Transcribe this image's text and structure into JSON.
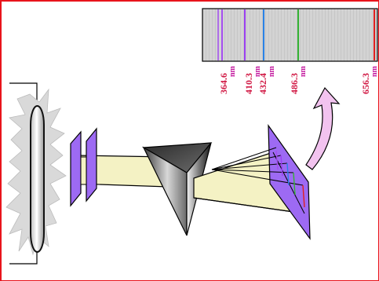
{
  "colors": {
    "frame_border": "#e8141b",
    "spectrum_background": "#d3d3d3",
    "label_wavelength": "#d11a45",
    "label_unit": "#c2159d",
    "slit_plates": "#9d6af3",
    "light_beam": "#f4f2c4",
    "curved_arrow": "#f2c3ef"
  },
  "spectral_lines": [
    {
      "wavelength": "364.6",
      "unit": "nm",
      "color": "#a54ef0"
    },
    {
      "wavelength": "410.3",
      "unit": "nm",
      "color": "#9a3ff0"
    },
    {
      "wavelength": "432.4",
      "unit": "nm",
      "color": "#2a82e6"
    },
    {
      "wavelength": "486.3",
      "unit": "nm",
      "color": "#34b233"
    },
    {
      "wavelength": "656.3",
      "unit": "nm",
      "color": "#e02020"
    }
  ],
  "icons": {
    "light_source": "discharge-tube-icon",
    "slits": "slit-plate-icon",
    "prism": "prism-icon",
    "screen": "projection-screen-icon",
    "arrow": "curved-arrow-icon"
  }
}
